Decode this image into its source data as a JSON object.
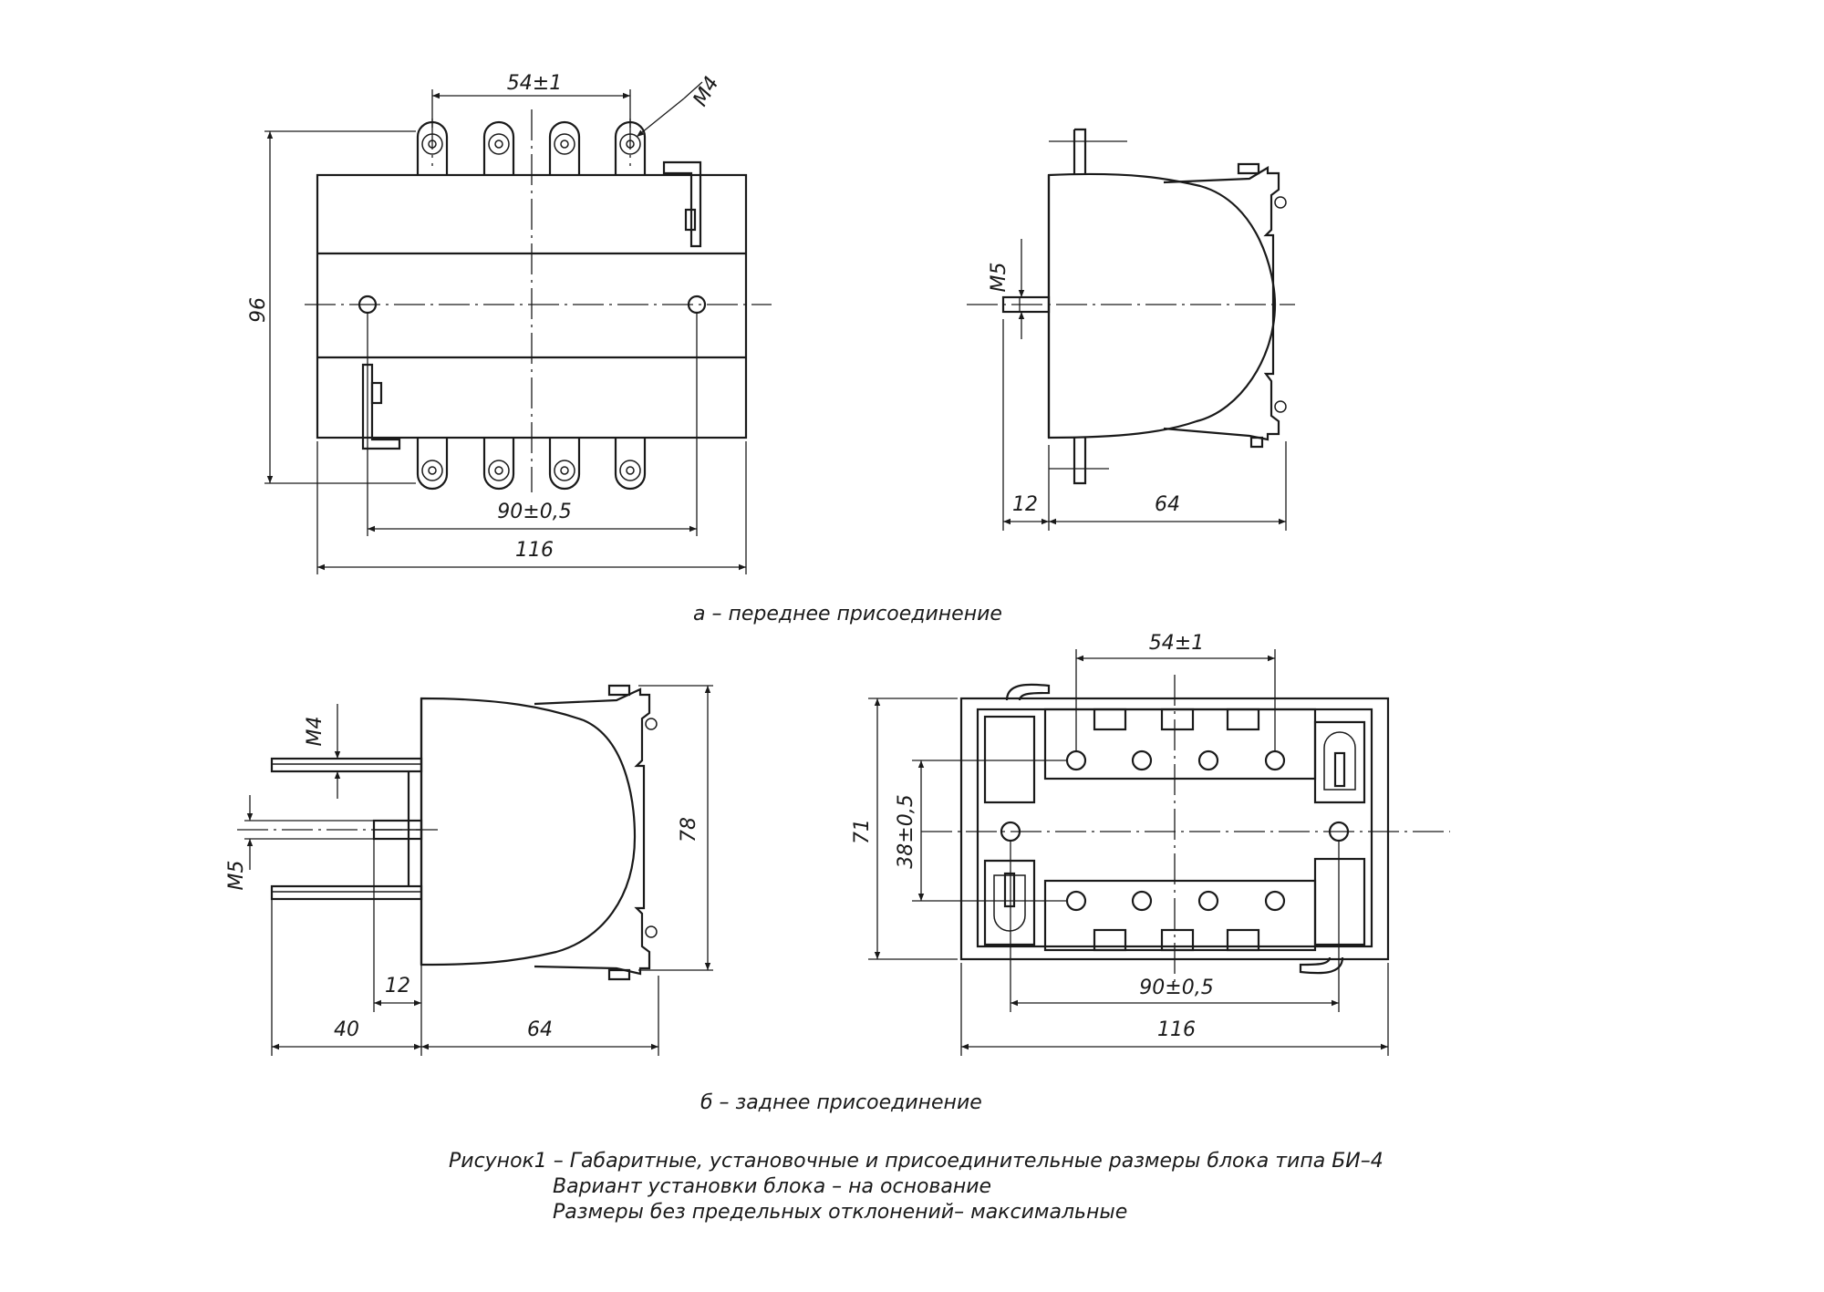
{
  "view_a": {
    "dims": {
      "pitch_54": "54±1",
      "thread_m4": "M4",
      "height_96": "96",
      "mount_90": "90±0,5",
      "width_116": "116",
      "thread_m5": "M5",
      "offset_12": "12",
      "depth_64": "64"
    },
    "caption": "а – переднее присоединение"
  },
  "view_b": {
    "dims": {
      "thread_m4": "M4",
      "thread_m5": "M5",
      "height_78": "78",
      "offset_12": "12",
      "len_40": "40",
      "depth_64": "64",
      "pitch_54": "54±1",
      "height_71": "71",
      "mount_38": "38±0,5",
      "mount_90": "90±0,5",
      "width_116": "116"
    },
    "caption": "б – заднее присоединение"
  },
  "figure_caption": {
    "line1": "Рисунок1 – Габаритные, установочные и присоединительные размеры блока типа БИ–4",
    "line2": "Вариант установки блока – на основание",
    "line3": "Размеры без предельных отклонений– максимальные"
  }
}
